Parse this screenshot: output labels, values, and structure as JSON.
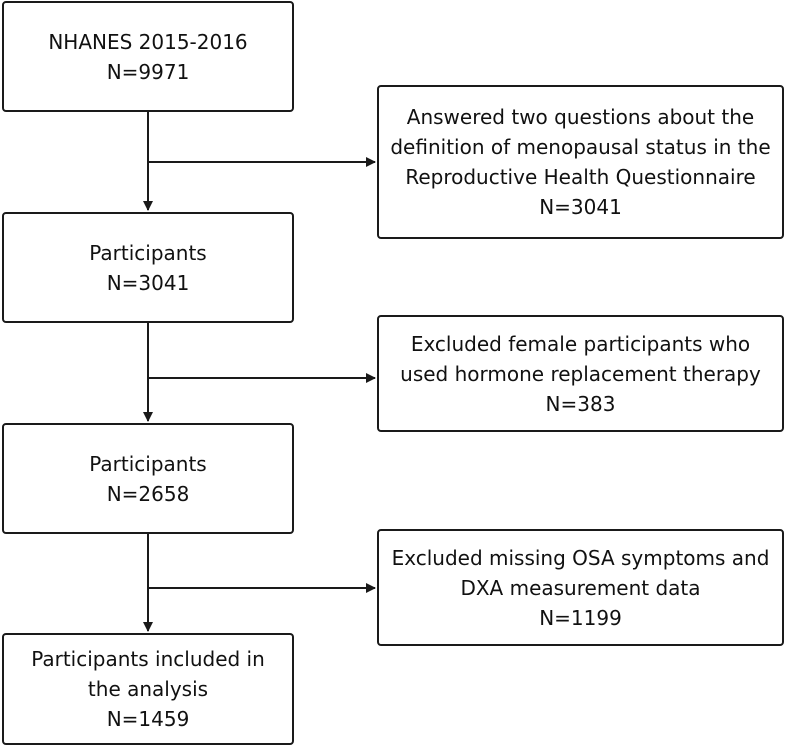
{
  "flowchart": {
    "start": {
      "line1": "NHANES 2015-2016",
      "line2": "N=9971"
    },
    "exclusion1": {
      "line1": "Answered two questions about the",
      "line2": "definition of menopausal status in the",
      "line3": "Reproductive Health Questionnaire",
      "line4": "N=3041"
    },
    "step1": {
      "line1": "Participants",
      "line2": "N=3041"
    },
    "exclusion2": {
      "line1": "Excluded female participants who",
      "line2": "used hormone replacement therapy",
      "line3": "N=383"
    },
    "step2": {
      "line1": "Participants",
      "line2": "N=2658"
    },
    "exclusion3": {
      "line1": "Excluded missing OSA symptoms and",
      "line2": "DXA measurement data",
      "line3": "N=1199"
    },
    "final": {
      "line1": "Participants included in",
      "line2": "the analysis",
      "line3": "N=1459"
    }
  }
}
